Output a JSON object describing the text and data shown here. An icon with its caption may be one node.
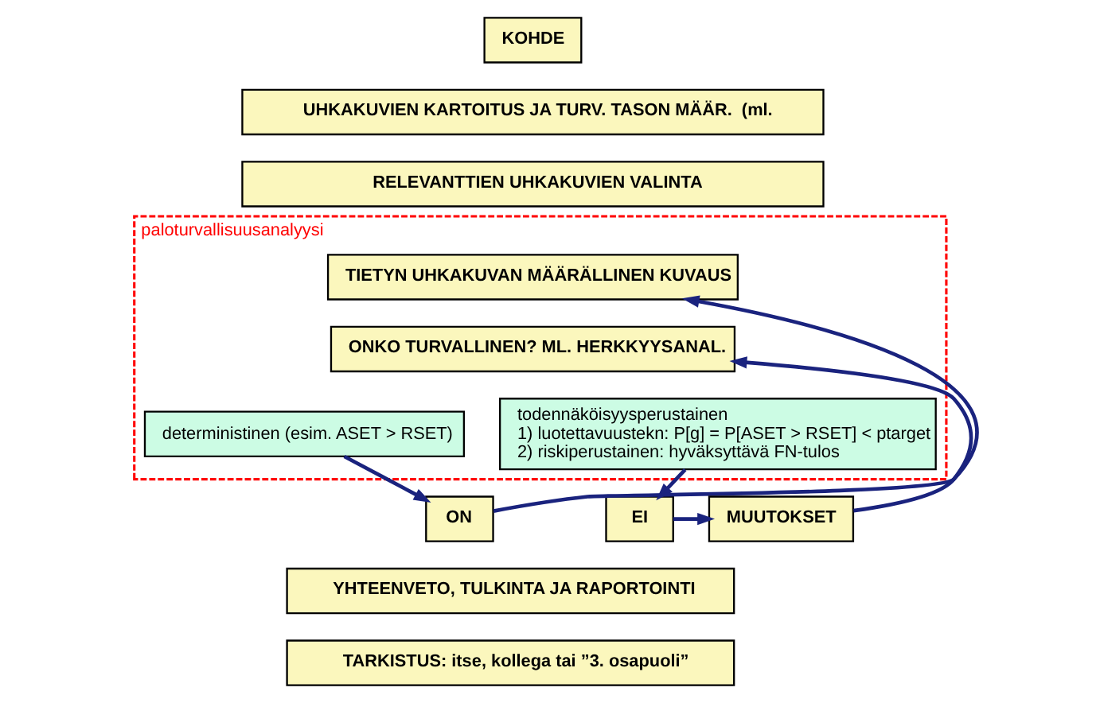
{
  "diagram": {
    "nodes": [
      {
        "text": [
          "KOHDE"
        ]
      },
      {
        "text": [
          "UHKAKUVIEN KARTOITUS JA TURV. TASON MÄÄR.  (ml."
        ]
      },
      {
        "text": [
          "RELEVANTTIEN UHKAKUVIEN VALINTA"
        ]
      },
      {
        "text": [
          "paloturvallisuusanalyysi"
        ]
      },
      {
        "text": [
          "TIETYN UHKAKUVAN MÄÄRÄLLINEN KUVAUS"
        ],
        "in": 3
      },
      {
        "text": [
          "ONKO TURVALLINEN? ML. HERKKYYSANAL."
        ],
        "in": 3
      },
      {
        "text": [
          "deterministinen (esim. ASET > RSET)"
        ],
        "in": 3
      },
      {
        "text": [
          "todennäköisyysperustainen",
          "1) luotettavuustekn: P[g] = P[ASET > RSET] < ptarget",
          "2) riskiperustainen: hyväksyttävä FN-tulos"
        ],
        "in": 3
      },
      {
        "text": [
          "ON"
        ]
      },
      {
        "text": [
          "EI"
        ]
      },
      {
        "text": [
          "MUUTOKSET"
        ]
      },
      {
        "text": [
          "YHTEENVETO, TULKINTA JA RAPORTOINTI"
        ]
      },
      {
        "text": [
          "TARKISTUS: itse, kollega tai ”3. osapuoli”"
        ]
      }
    ],
    "edges": [
      {
        "from": 6,
        "to": 8,
        "arrow": "to"
      },
      {
        "from": 8,
        "to": 4,
        "arrow": "to"
      },
      {
        "from": 7,
        "to": 9,
        "arrow": "to"
      },
      {
        "from": 9,
        "to": 10,
        "arrow": "to"
      },
      {
        "from": 10,
        "to": 5,
        "arrow": "to"
      }
    ]
  }
}
